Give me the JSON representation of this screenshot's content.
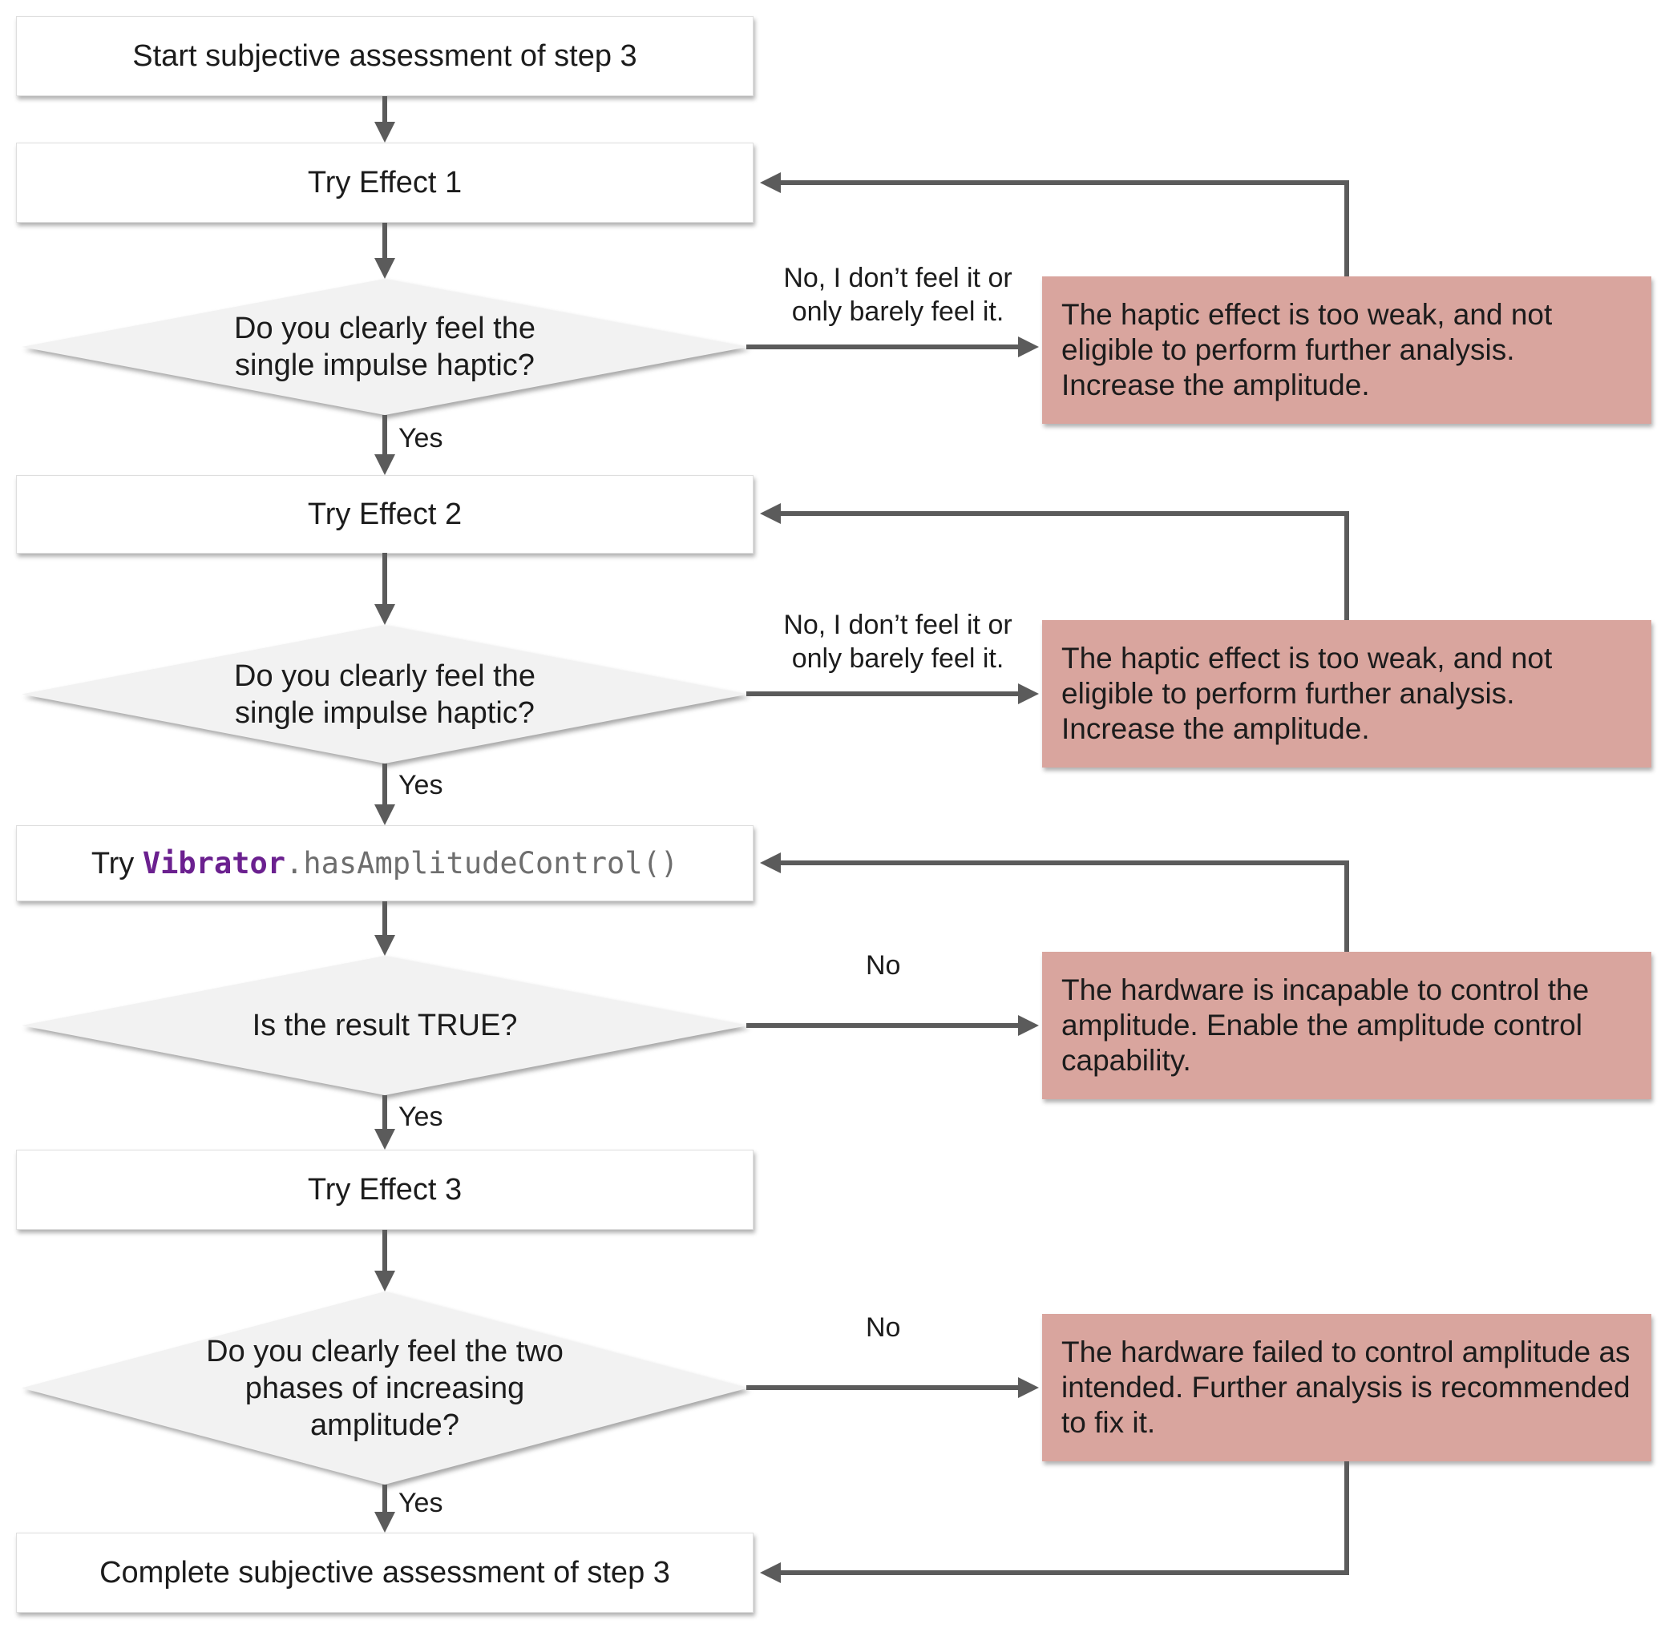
{
  "colors": {
    "canvas_bg": "#ffffff",
    "process_fill": "#ffffff",
    "decision_fill": "#f2f2f2",
    "outcome_fill": "#d9a59e",
    "arrow": "#5b5b5b",
    "text": "#1c1c1c",
    "code_class_color": "#6b208f",
    "code_method_color": "#6e6e6e"
  },
  "nodes": {
    "start": "Start subjective assessment of step 3",
    "try_effect_1": "Try Effect 1",
    "decision_feel_impulse_1": "Do you clearly feel the single impulse haptic?",
    "try_effect_2": "Try Effect 2",
    "decision_feel_impulse_2": "Do you clearly feel the single impulse haptic?",
    "api_try_prefix": "Try ",
    "api_class": "Vibrator",
    "api_method": ".hasAmplitudeControl()",
    "decision_result_true": "Is the result TRUE?",
    "try_effect_3": "Try Effect 3",
    "decision_two_phases": "Do you clearly feel the two phases of increasing amplitude?",
    "complete": "Complete subjective assessment of step 3"
  },
  "outcomes": {
    "too_weak_1": "The haptic effect is too weak, and not eligible to perform further analysis. Increase the amplitude.",
    "too_weak_2": "The haptic effect is too weak, and not eligible to perform further analysis. Increase the amplitude.",
    "incapable_amplitude": "The hardware is incapable to control the amplitude. Enable the amplitude control capability.",
    "failed_amplitude": "The hardware failed to control amplitude as intended. Further analysis is recommended to fix it."
  },
  "edge_labels": {
    "yes_1": "Yes",
    "yes_2": "Yes",
    "yes_3": "Yes",
    "yes_4": "Yes",
    "no_long_1": "No, I don’t feel it or only barely feel it.",
    "no_long_2": "No, I don’t feel it or only barely feel it.",
    "no_3": "No",
    "no_4": "No"
  }
}
